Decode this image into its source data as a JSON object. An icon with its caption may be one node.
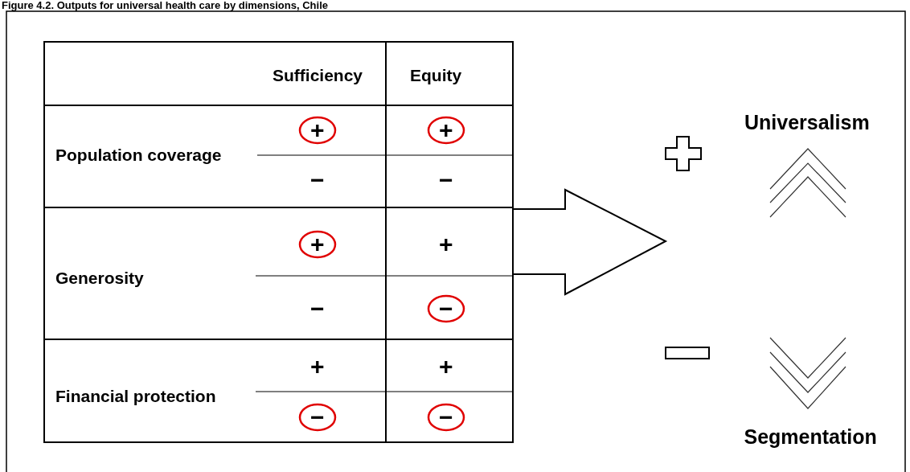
{
  "diagram": {
    "title": "Figure 4.2. Outputs for universal health care by dimensions, Chile",
    "labels": [
      "Sufficiency",
      "Equity",
      "Population coverage",
      "+",
      "+",
      "−",
      "−",
      "Generosity",
      "+",
      "+",
      "−",
      "−",
      "Financial protection",
      "+",
      "+",
      "−",
      "−",
      "Universalism",
      "Segmentation"
    ]
  }
}
